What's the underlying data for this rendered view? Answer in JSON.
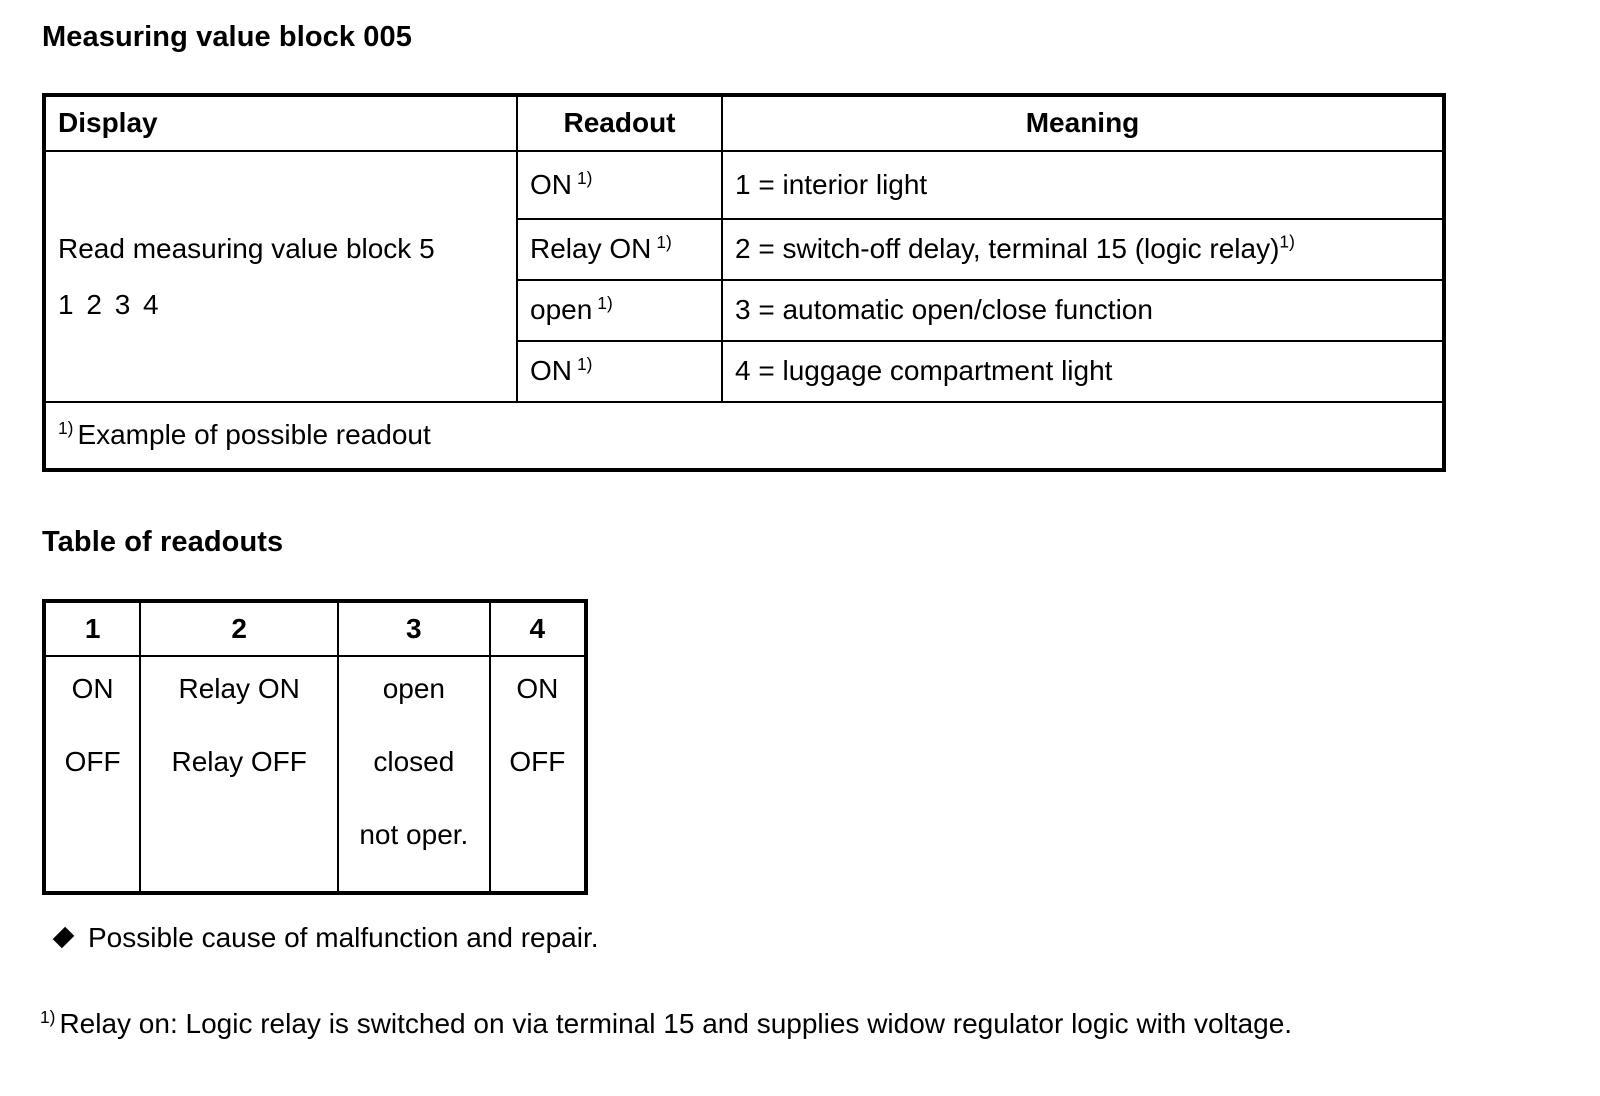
{
  "headings": {
    "main": "Measuring value block 005",
    "readouts": "Table of readouts"
  },
  "main_table": {
    "columns": {
      "display": "Display",
      "readout": "Readout",
      "meaning": "Meaning"
    },
    "display_cell": {
      "line1": "Read measuring value block 5",
      "line2": "1 2 3 4"
    },
    "rows": [
      {
        "readout": "ON",
        "readout_fn": "1)",
        "meaning": "1 = interior light",
        "meaning_fn": ""
      },
      {
        "readout": "Relay ON",
        "readout_fn": "1)",
        "meaning": "2 = switch-off delay, terminal 15 (logic relay)",
        "meaning_fn": "1)"
      },
      {
        "readout": "open",
        "readout_fn": "1)",
        "meaning": "3 = automatic open/close function",
        "meaning_fn": ""
      },
      {
        "readout": "ON",
        "readout_fn": "1)",
        "meaning": "4 = luggage compartment light",
        "meaning_fn": ""
      }
    ],
    "footnote_row": {
      "marker": "1)",
      "text": "Example of possible readout"
    }
  },
  "readouts_table": {
    "headers": [
      "1",
      "2",
      "3",
      "4"
    ],
    "columns": [
      [
        "ON",
        "OFF",
        ""
      ],
      [
        "Relay ON",
        "Relay OFF",
        ""
      ],
      [
        "open",
        "closed",
        "not oper."
      ],
      [
        "ON",
        "OFF",
        ""
      ]
    ]
  },
  "notes": {
    "bullet_icon": "diamond-bullet",
    "bullet_text": "Possible cause of malfunction and repair.",
    "footnote_marker": "1)",
    "footnote_text": "Relay on: Logic relay is switched on via terminal 15 and supplies widow regulator logic with voltage."
  },
  "colors": {
    "text": "#000000",
    "background": "#ffffff",
    "border": "#000000"
  }
}
